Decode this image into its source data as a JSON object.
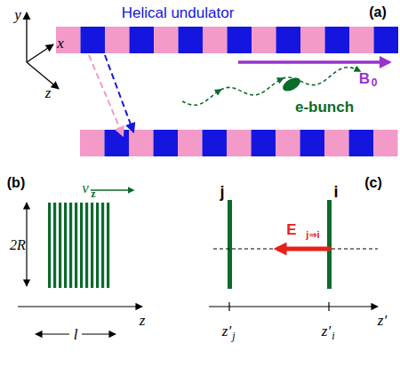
{
  "diagram": {
    "labels": [
      "Helical undulator",
      "(a)",
      "y",
      "x",
      "z",
      "B",
      "0",
      "e-bunch",
      "(b)",
      "v",
      "z",
      "2R",
      "z",
      "l",
      "(c)",
      "j",
      "i",
      "E",
      "j⇒i",
      "z′",
      "z′",
      "j",
      "z′",
      "i"
    ]
  }
}
